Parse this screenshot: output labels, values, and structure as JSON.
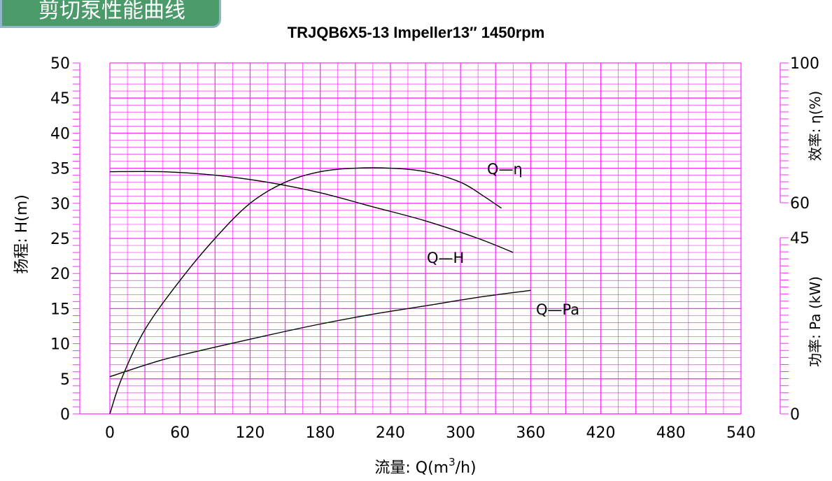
{
  "banner": {
    "text": "剪切泵性能曲线"
  },
  "chart_data": {
    "type": "line",
    "title": "TRJQB6X5-13 Impeller13″  1450rpm",
    "xlabel_prefix": "流量: Q(m",
    "xlabel_sup": "3",
    "xlabel_suffix": "/h)",
    "ylabel_left": "扬程: H(m)",
    "ylabel_right_top": "效率: η(%)",
    "ylabel_right_bottom": "功率: Pa (kW)",
    "xlim": [
      0,
      540
    ],
    "xticks": [
      0,
      60,
      120,
      180,
      240,
      300,
      360,
      420,
      480,
      540
    ],
    "ylim_head": [
      0,
      50
    ],
    "yticks_head": [
      0,
      5,
      10,
      15,
      20,
      25,
      30,
      35,
      40,
      45,
      50
    ],
    "ylim_eff": [
      60,
      100
    ],
    "yticks_eff": [
      60,
      100
    ],
    "ylim_power": [
      0,
      45
    ],
    "yticks_power": [
      0,
      45
    ],
    "grid": true,
    "colors": {
      "grid": "#ff33ff",
      "curve": "#000000",
      "banner_bg": "#4a9a6a",
      "banner_border": "#8fb5c9"
    },
    "series": [
      {
        "name": "Q—H",
        "axis": "head",
        "x": [
          0,
          45,
          90,
          135,
          180,
          225,
          270,
          315,
          345
        ],
        "y": [
          34.5,
          34.5,
          34.0,
          33.0,
          31.5,
          29.5,
          27.5,
          25.0,
          23.0
        ]
      },
      {
        "name": "Q—η",
        "axis": "head",
        "x": [
          0,
          10,
          30,
          60,
          90,
          120,
          150,
          180,
          210,
          240,
          270,
          300,
          320,
          335
        ],
        "y": [
          0,
          5,
          12,
          19,
          25,
          30,
          33,
          34.5,
          35,
          35,
          34.5,
          33,
          31,
          29.3
        ]
      },
      {
        "name": "Q—Pa",
        "axis": "head",
        "x": [
          0,
          45,
          90,
          135,
          180,
          225,
          270,
          315,
          360
        ],
        "y": [
          5.3,
          7.7,
          9.5,
          11.2,
          12.8,
          14.2,
          15.4,
          16.6,
          17.6
        ]
      }
    ]
  }
}
